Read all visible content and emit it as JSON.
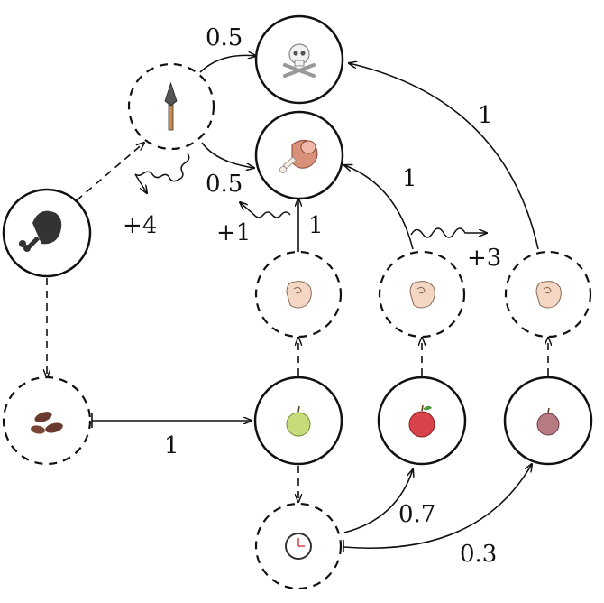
{
  "diagram": {
    "nodes": [
      {
        "id": "meat-source",
        "icon": "drumstick-icon",
        "style": "solid"
      },
      {
        "id": "spear",
        "icon": "spear-icon",
        "style": "dashed"
      },
      {
        "id": "death",
        "icon": "skull-crossbones-icon",
        "style": "solid"
      },
      {
        "id": "meat",
        "icon": "ham-icon",
        "style": "solid"
      },
      {
        "id": "seeds",
        "icon": "seeds-icon",
        "style": "dashed"
      },
      {
        "id": "green-apple",
        "icon": "green-apple-icon",
        "style": "solid"
      },
      {
        "id": "red-apple",
        "icon": "red-apple-icon",
        "style": "solid"
      },
      {
        "id": "rotten-apple",
        "icon": "rotten-apple-icon",
        "style": "solid"
      },
      {
        "id": "pick-1",
        "icon": "hand-pinch-icon",
        "style": "dashed"
      },
      {
        "id": "pick-2",
        "icon": "hand-pinch-icon",
        "style": "dashed"
      },
      {
        "id": "pick-3",
        "icon": "hand-pinch-icon",
        "style": "dashed"
      },
      {
        "id": "timer",
        "icon": "clock-icon",
        "style": "dashed"
      }
    ],
    "labels": {
      "spear_death": "0.5",
      "spear_meat": "0.5",
      "spear_reward": "+4",
      "pick1_meat": "1",
      "pick1_reward": "+1",
      "pick2_meat": "1",
      "pick2_reward": "+3",
      "pick3_death": "1",
      "seeds_green": "1",
      "timer_red": "0.7",
      "timer_rotten": "0.3"
    }
  }
}
